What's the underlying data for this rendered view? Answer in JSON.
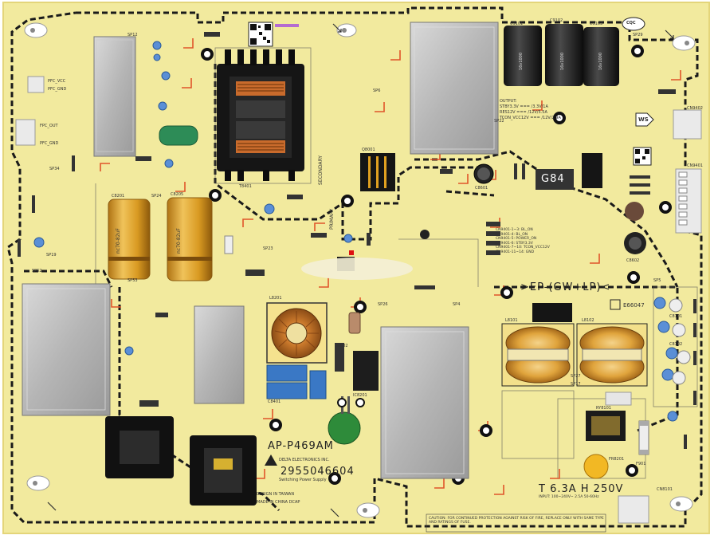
{
  "board": {
    "model": "AP-P469AM",
    "part_number": "2955046604",
    "fuse_rating": "T 6.3A H 250V",
    "ep_marking": ">EP-(GW+LP)<",
    "code_label": "G84",
    "ws_label": "WS",
    "ul_number": "E66047",
    "company": "DELTA ELECTRONICS INC.",
    "description_line": "Switching Power Supply",
    "design_line": "DESIGN IN TAIWAN",
    "made_line": "MADE IN CHINA DCAP",
    "caution_text": "CAUTION: FOR CONTINUED PROTECTION AGAINST RISK OF FIRE, REPLACE ONLY WITH SAME TYPE AND RATINGS OF FUSE.",
    "input_text": "INPUT: 100~240V~ 2.5A 50-60Hz",
    "secondary_label": "SECONDARY",
    "primary_label": "PRIMARY",
    "ccc_mark": "CQC",
    "output_title": "OUTPUT:",
    "output_lines": [
      "STBY3.3V === /3.3V/1A",
      "RES12V === /12V/5.5A",
      "TCON_VCC12V === /12V/2.9A"
    ],
    "connector_lines": [
      "CN9401-1~3: BL_ON",
      "CN9401-4: BL_ON",
      "CN9401-5: POWER_ON",
      "CN9401-6: STBY3.3V",
      "CN9401-7~10: TCON_VCC12V",
      "CN9401-11~14: GND"
    ],
    "cap_labels": [
      "nc70-82uF",
      "nc70-82uF"
    ],
    "big_cap_labels": [
      "16v1000",
      "16v1000",
      "16v1000"
    ],
    "small_labels": [
      "PFC_VCC",
      "PFC_GND",
      "FPC_OUT",
      "PFC_GND",
      "SP4",
      "SP5",
      "SP6",
      "SP12",
      "SP17",
      "SP19",
      "SP22",
      "SP23",
      "SP24",
      "SP26",
      "SP27",
      "SP29",
      "SP34",
      "SP52",
      "SP53",
      "F901",
      "FR8201",
      "CN8101",
      "CN9401",
      "CN9402",
      "RY8101",
      "L8101",
      "L8102",
      "L8201",
      "T8401",
      "D8602",
      "Q8001",
      "IC8201",
      "C8101",
      "C8102",
      "C8201",
      "C8205",
      "C8401",
      "C8601",
      "C8602",
      "C9101",
      "C9102",
      "C9103"
    ]
  }
}
